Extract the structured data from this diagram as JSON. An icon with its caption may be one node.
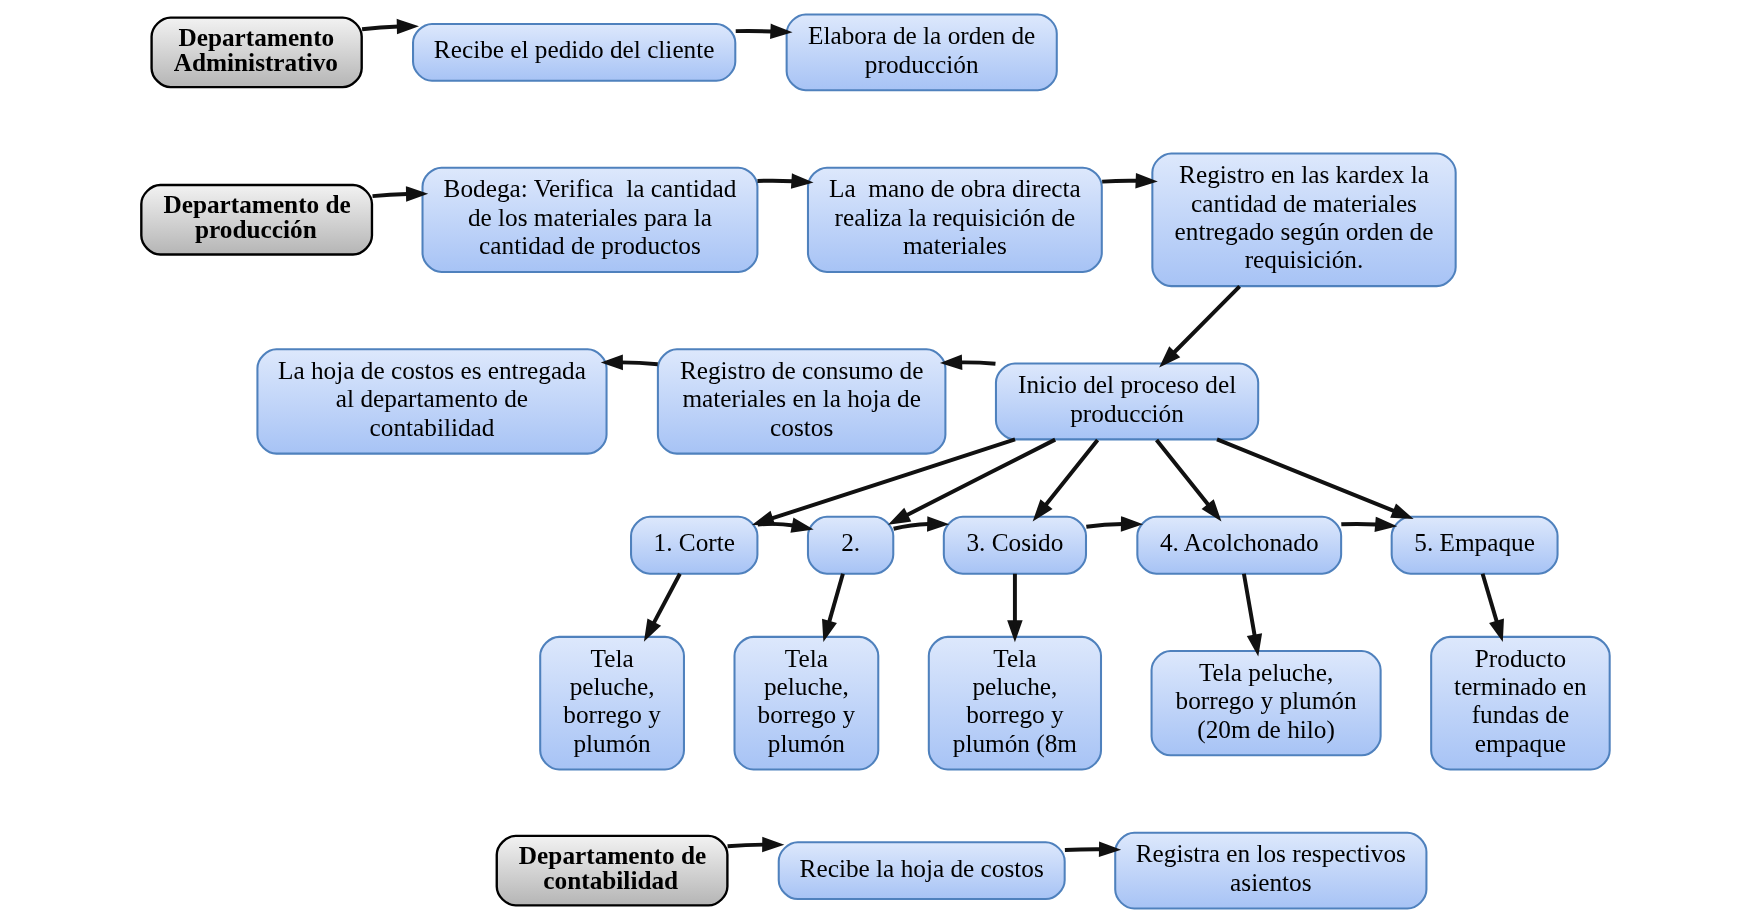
{
  "diagram": {
    "nodes": [
      {
        "text": [
          "Departamento Administrativo"
        ]
      },
      {
        "text": [
          "Recibe el pedido del cliente"
        ]
      },
      {
        "text": [
          "Elabora de la orden de producción"
        ]
      },
      {
        "text": [
          "Departamento de producción"
        ]
      },
      {
        "text": [
          "Bodega: Verifica  la cantidad de los materiales para la cantidad de productos"
        ]
      },
      {
        "text": [
          "La  mano de obra directa realiza la requisición de materiales"
        ]
      },
      {
        "text": [
          "Registro en las kardex la cantidad de materiales entregado según orden de requisición."
        ]
      },
      {
        "text": [
          "Inicio del proceso del producción"
        ]
      },
      {
        "text": [
          "Registro de consumo de materiales en la hoja de costos"
        ]
      },
      {
        "text": [
          "La hoja de costos es entregada al departamento de contabilidad"
        ]
      },
      {
        "text": [
          "1. Corte"
        ]
      },
      {
        "text": [
          "2."
        ]
      },
      {
        "text": [
          "3. Cosido"
        ]
      },
      {
        "text": [
          "4. Acolchonado"
        ]
      },
      {
        "text": [
          "5. Empaque"
        ]
      },
      {
        "text": [
          "Tela peluche, borrego y plumón"
        ]
      },
      {
        "text": [
          "Tela peluche, borrego y plumón"
        ]
      },
      {
        "text": [
          "Tela peluche, borrego y plumón (8m"
        ]
      },
      {
        "text": [
          "Tela peluche, borrego y plumón (20m de hilo)"
        ]
      },
      {
        "text": [
          "Producto terminado en fundas de empaque"
        ]
      },
      {
        "text": [
          "Departamento de contabilidad"
        ]
      },
      {
        "text": [
          "Recibe la hoja de costos"
        ]
      },
      {
        "text": [
          "Registra en los respectivos asientos"
        ]
      }
    ],
    "edges": [
      {
        "from": 0,
        "to": 1,
        "arrow": "to"
      },
      {
        "from": 1,
        "to": 2,
        "arrow": "to"
      },
      {
        "from": 3,
        "to": 4,
        "arrow": "to"
      },
      {
        "from": 4,
        "to": 5,
        "arrow": "to"
      },
      {
        "from": 5,
        "to": 6,
        "arrow": "to"
      },
      {
        "from": 6,
        "to": 7,
        "arrow": "to"
      },
      {
        "from": 7,
        "to": 8,
        "arrow": "to"
      },
      {
        "from": 8,
        "to": 9,
        "arrow": "to"
      },
      {
        "from": 7,
        "to": 10,
        "arrow": "to"
      },
      {
        "from": 7,
        "to": 11,
        "arrow": "to"
      },
      {
        "from": 7,
        "to": 12,
        "arrow": "to"
      },
      {
        "from": 7,
        "to": 13,
        "arrow": "to"
      },
      {
        "from": 7,
        "to": 14,
        "arrow": "to"
      },
      {
        "from": 10,
        "to": 11,
        "arrow": "to"
      },
      {
        "from": 11,
        "to": 12,
        "arrow": "to"
      },
      {
        "from": 12,
        "to": 13,
        "arrow": "to"
      },
      {
        "from": 13,
        "to": 14,
        "arrow": "to"
      },
      {
        "from": 10,
        "to": 15,
        "arrow": "to"
      },
      {
        "from": 11,
        "to": 16,
        "arrow": "to"
      },
      {
        "from": 12,
        "to": 17,
        "arrow": "to"
      },
      {
        "from": 13,
        "to": 18,
        "arrow": "to"
      },
      {
        "from": 14,
        "to": 19,
        "arrow": "to"
      },
      {
        "from": 20,
        "to": 21,
        "arrow": "to"
      },
      {
        "from": 21,
        "to": 22,
        "arrow": "to"
      }
    ]
  }
}
